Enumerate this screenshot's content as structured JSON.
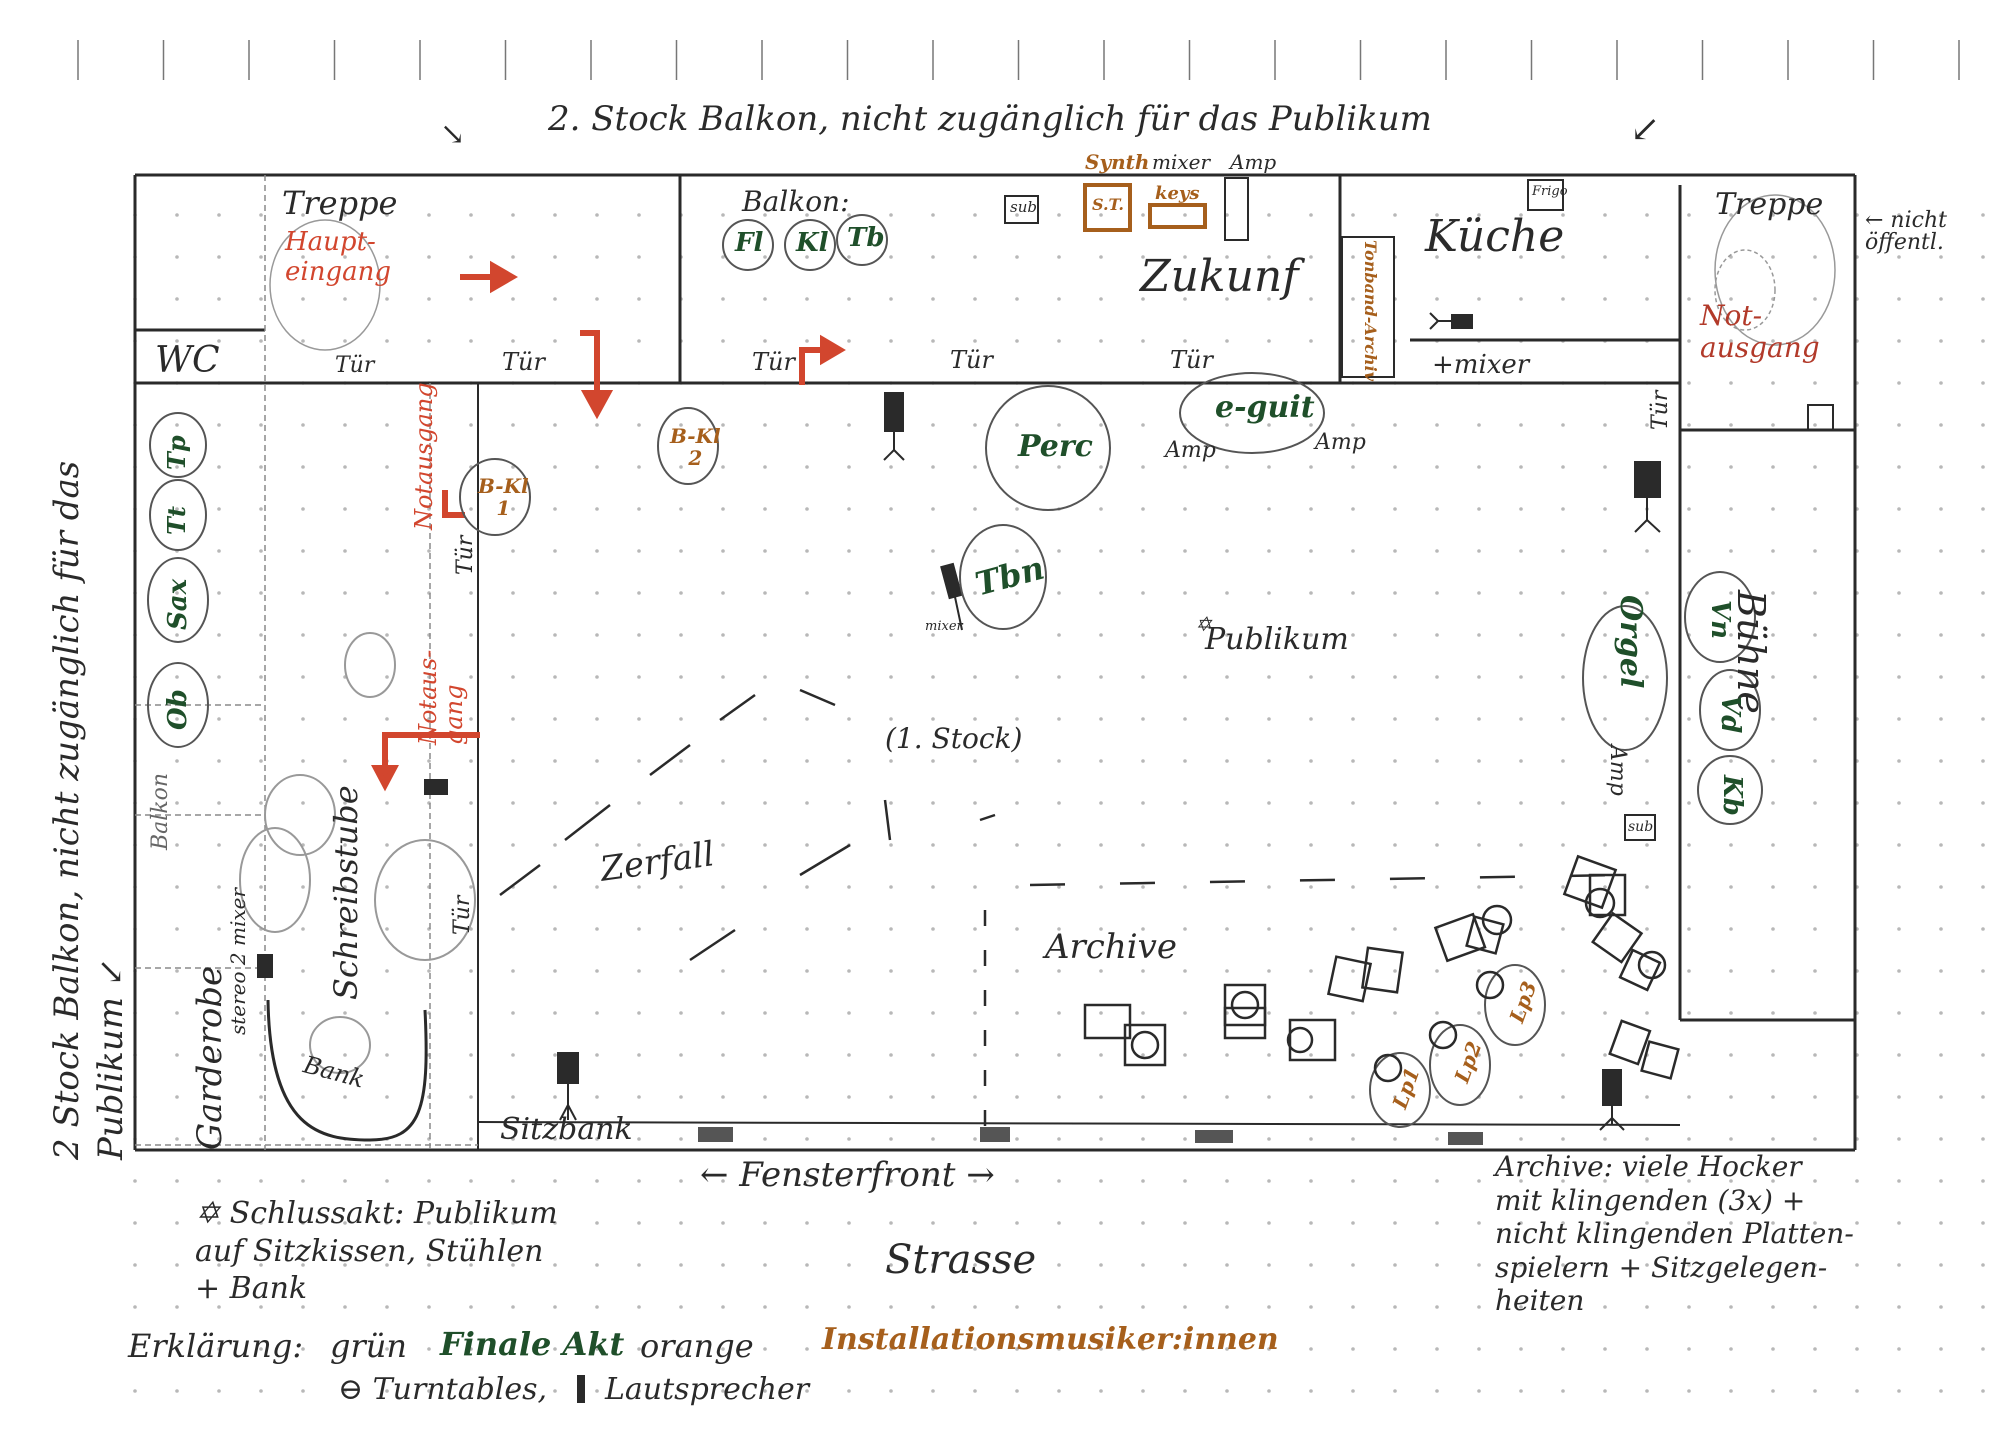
{
  "title": "2. Stock Balkon, nicht zugänglich für das Publikum",
  "colors": {
    "ink": "#2a2a2a",
    "pencil": "#8a8a8a",
    "red_exit": "#d2462e",
    "green_act": "#1f4f2a",
    "orange_install": "#a65f1c",
    "dot_grid": "#b8b8b8"
  },
  "rooms": {
    "wc": "WC",
    "treppe_left": "Treppe",
    "haupteingang": "Haupt-\neingang",
    "balkon": "Balkon:",
    "zukunft": "Zukunf",
    "kueche": "Küche",
    "frigo": "Frigo",
    "kueche_mixer": "+mixer",
    "treppe_right": "Treppe",
    "notausgang_right": "Not-\nausgang",
    "nicht_oeffentl": "← nicht öffentl.",
    "buehne": "Bühne",
    "archive": "Archive",
    "zerfall": "Zerfall",
    "first_floor": "(1. Stock)",
    "publikum": "Publikum",
    "sitzbank": "Sitzbank",
    "fensterfront": "← Fensterfront →",
    "strasse": "Strasse",
    "garderobe": "Garderobe",
    "stereo_mixer": "stereo  2 mixer",
    "schreibstube": "Schreibstube",
    "balkon_left": "Balkon",
    "bank": "Bank",
    "notausgang_left_top": "Notausgang",
    "notausgang_left_bottom": "Notaus-\ngang",
    "left_side_note": "2 Stock Balkon, nicht zugänglich für das Publikum ↙",
    "tape_archive": "Tonband-Archiv"
  },
  "doors": [
    "Tür",
    "Tür",
    "Tür",
    "Tür",
    "Tür",
    "Tür",
    "Tür",
    "Tür"
  ],
  "green_acts": {
    "balkon": [
      "Fl",
      "Kl",
      "Tb"
    ],
    "left_balcony": [
      "Tp",
      "Tt",
      "Sax",
      "Ob"
    ],
    "perc": "Perc",
    "eguit": "e-guit",
    "tbn": "Tbn",
    "orgel": "Orgel",
    "strings": [
      "Vn",
      "Vd",
      "Kb"
    ]
  },
  "orange_acts": {
    "bkl1": "B-Kl\n1",
    "bkl2": "B-Kl\n2",
    "synth_box": "S.T.",
    "synth_label": "Synth",
    "mixer_label": "mixer",
    "keys_label": "keys",
    "archive_players": [
      "Lp1",
      "Lp2",
      "Lp3"
    ]
  },
  "equipment": {
    "sub": "sub",
    "amp": "Amp",
    "amp_left": "Amp",
    "amp_right": "Amp",
    "amp_stage": "Amp",
    "mixer_tbn": "mixer"
  },
  "notes": {
    "schlussakt": "✡ Schlussakt: Publikum\nauf Sitzkissen, Stühlen\n+ Bank",
    "archive_note": "Archive: viele Hocker\nmit klingenden (3x) +\nnicht klingenden Platten-\nspielern + Sitzgelegen-\nheiten",
    "legend_label": "Erklärung:",
    "legend_green_word": "grün",
    "legend_green_value": "Finale Akt",
    "legend_orange_word": "orange",
    "legend_orange_value": "Installationsmusiker:innen",
    "legend_turntables": "⊖ Turntables,",
    "legend_speaker": "Lautsprecher"
  }
}
